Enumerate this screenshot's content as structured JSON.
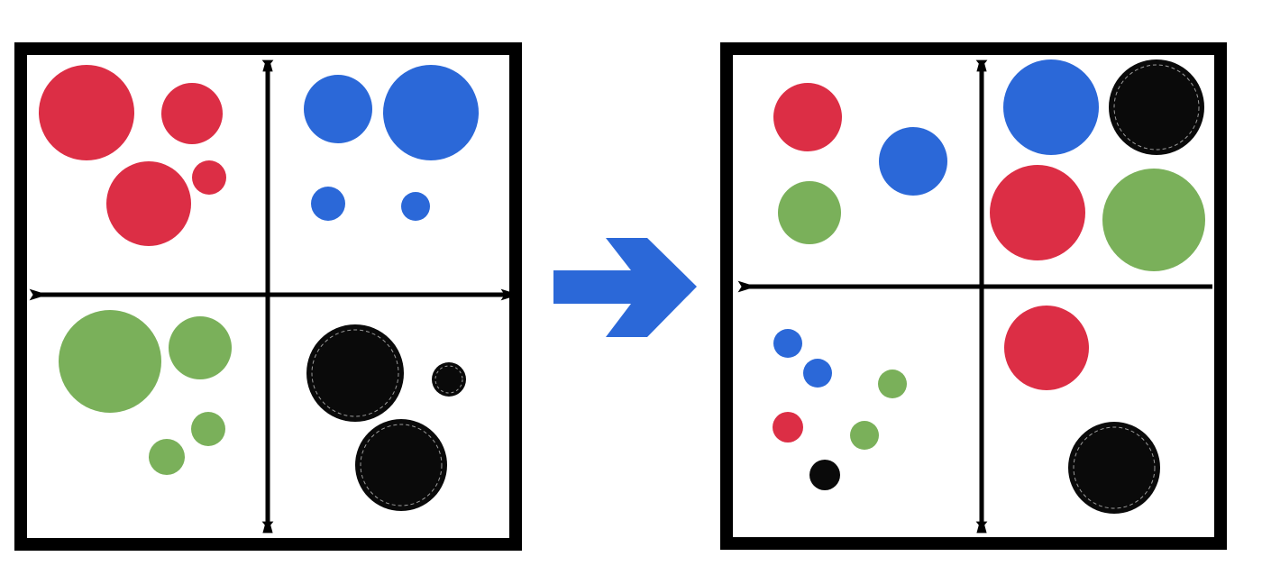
{
  "colors": {
    "red": "#DC2E45",
    "blue": "#2B68D8",
    "green": "#7AB05A",
    "black": "#0A0A0A",
    "frame": "#000000",
    "arrow": "#2B68D8"
  },
  "before": {
    "quadrants": {
      "top_left": {
        "circle_colors": [
          "red",
          "red",
          "red",
          "red"
        ],
        "sizes": [
          "large",
          "medium",
          "large",
          "small"
        ]
      },
      "top_right": {
        "circle_colors": [
          "blue",
          "blue",
          "blue",
          "blue"
        ],
        "sizes": [
          "medium",
          "large",
          "small",
          "small"
        ]
      },
      "bottom_left": {
        "circle_colors": [
          "green",
          "green",
          "green",
          "green"
        ],
        "sizes": [
          "large",
          "medium",
          "small",
          "small"
        ]
      },
      "bottom_right": {
        "circle_colors": [
          "black",
          "black",
          "black"
        ],
        "sizes": [
          "large",
          "small",
          "large"
        ]
      }
    }
  },
  "after": {
    "quadrants": {
      "top_left": {
        "circle_colors": [
          "red",
          "blue",
          "green"
        ],
        "sizes": [
          "medium",
          "medium",
          "medium"
        ]
      },
      "top_right": {
        "circle_colors": [
          "blue",
          "black",
          "red",
          "green"
        ],
        "sizes": [
          "large",
          "large",
          "large",
          "large"
        ]
      },
      "bottom_left": {
        "circle_colors": [
          "blue",
          "blue",
          "green",
          "red",
          "green",
          "black"
        ],
        "sizes": [
          "small",
          "small",
          "small",
          "small",
          "small",
          "small"
        ]
      },
      "bottom_right": {
        "circle_colors": [
          "red",
          "black"
        ],
        "sizes": [
          "large",
          "large"
        ]
      }
    }
  },
  "transition_arrow": {
    "icon": "chevron-arrow-right-icon",
    "direction": "right"
  }
}
